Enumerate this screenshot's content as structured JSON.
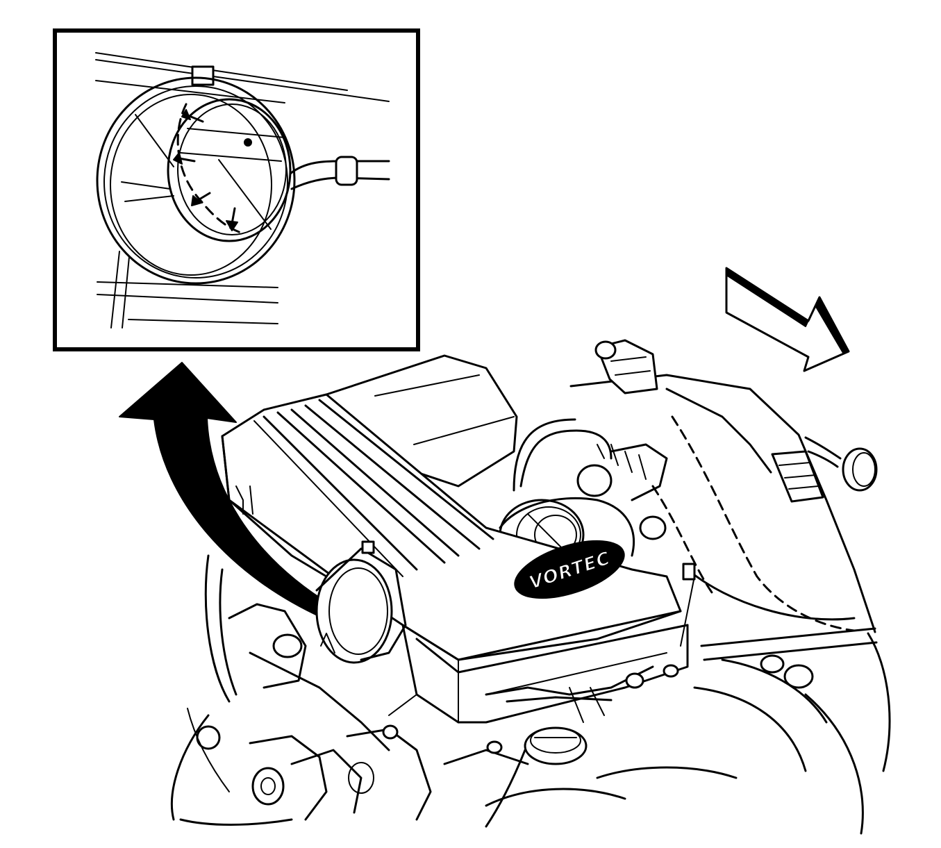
{
  "figure": {
    "logo_text": "VORTEC",
    "colors": {
      "line": "#000000",
      "background": "#ffffff"
    },
    "icons": [
      "removal-direction-arrow",
      "vehicle-front-arrow",
      "detail-inset"
    ]
  }
}
